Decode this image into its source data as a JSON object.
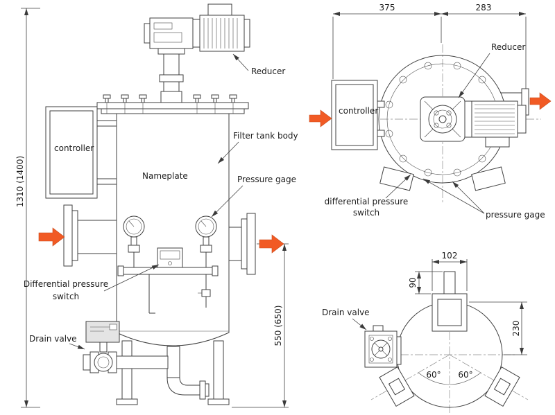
{
  "meta": {
    "background": "#ffffff",
    "line_color": "#3f3f3f",
    "flow_arrow_color": "#f15a24"
  },
  "front_view": {
    "labels": {
      "reducer": "Reducer",
      "controller": "controller",
      "filter_tank_body": "Filter tank body",
      "nameplate": "Nameplate",
      "pressure_gage": "Pressure gage",
      "differential_pressure_line1": "Differential pressure",
      "differential_pressure_line2": "switch",
      "drain_valve": "Drain valve"
    },
    "dimensions": {
      "total_height": "1310 (1400)",
      "outlet_height": "550 (650)"
    }
  },
  "top_view": {
    "labels": {
      "reducer": "Reducer",
      "controller": "controller",
      "differential_pressure_line1": "differential pressure",
      "differential_pressure_line2": "switch",
      "pressure_gage": "pressure gage"
    },
    "dimensions": {
      "left_width": "375",
      "right_width": "283"
    }
  },
  "bottom_view": {
    "labels": {
      "drain_valve": "Drain valve",
      "angle_left": "60°",
      "angle_right": "60°"
    },
    "dimensions": {
      "bracket_width": "102",
      "bracket_height": "90",
      "vertical_offset": "230"
    }
  }
}
